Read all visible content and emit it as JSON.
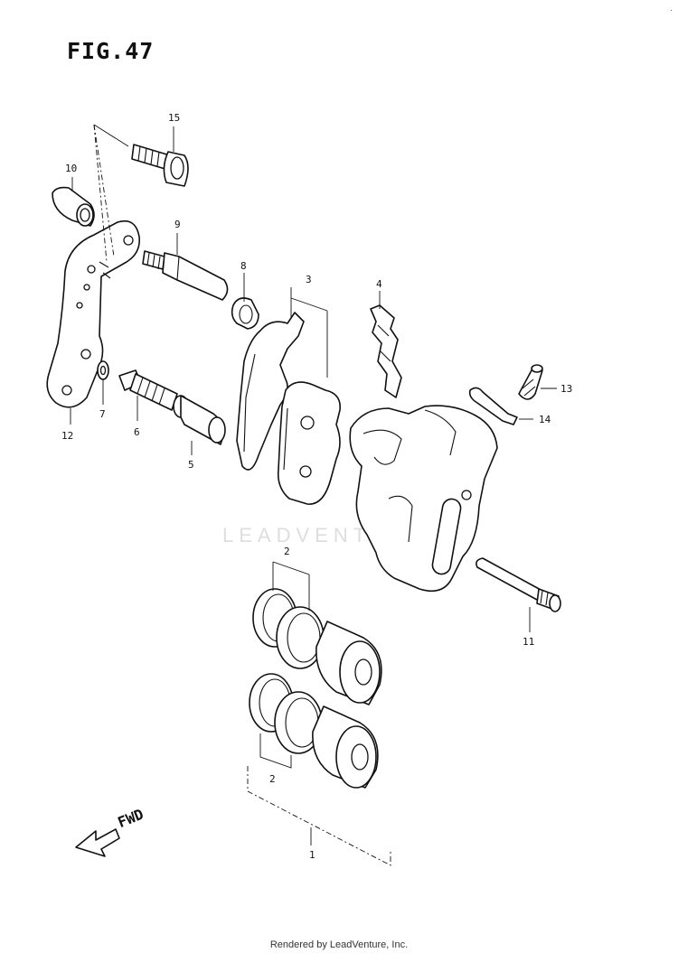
{
  "figure": {
    "title": "FIG.47",
    "watermark": "LEADVENTURE",
    "fwd_label": "FWD",
    "footer": "Rendered by LeadVenture, Inc.",
    "corner_mark": "·"
  },
  "callouts": [
    {
      "id": "15",
      "label": "15"
    },
    {
      "id": "10",
      "label": "10"
    },
    {
      "id": "9",
      "label": "9"
    },
    {
      "id": "8",
      "label": "8"
    },
    {
      "id": "3",
      "label": "3"
    },
    {
      "id": "4",
      "label": "4"
    },
    {
      "id": "13",
      "label": "13"
    },
    {
      "id": "14",
      "label": "14"
    },
    {
      "id": "12",
      "label": "12"
    },
    {
      "id": "7",
      "label": "7"
    },
    {
      "id": "6",
      "label": "6"
    },
    {
      "id": "5",
      "label": "5"
    },
    {
      "id": "2a",
      "label": "2"
    },
    {
      "id": "11",
      "label": "11"
    },
    {
      "id": "2b",
      "label": "2"
    },
    {
      "id": "1",
      "label": "1"
    }
  ]
}
